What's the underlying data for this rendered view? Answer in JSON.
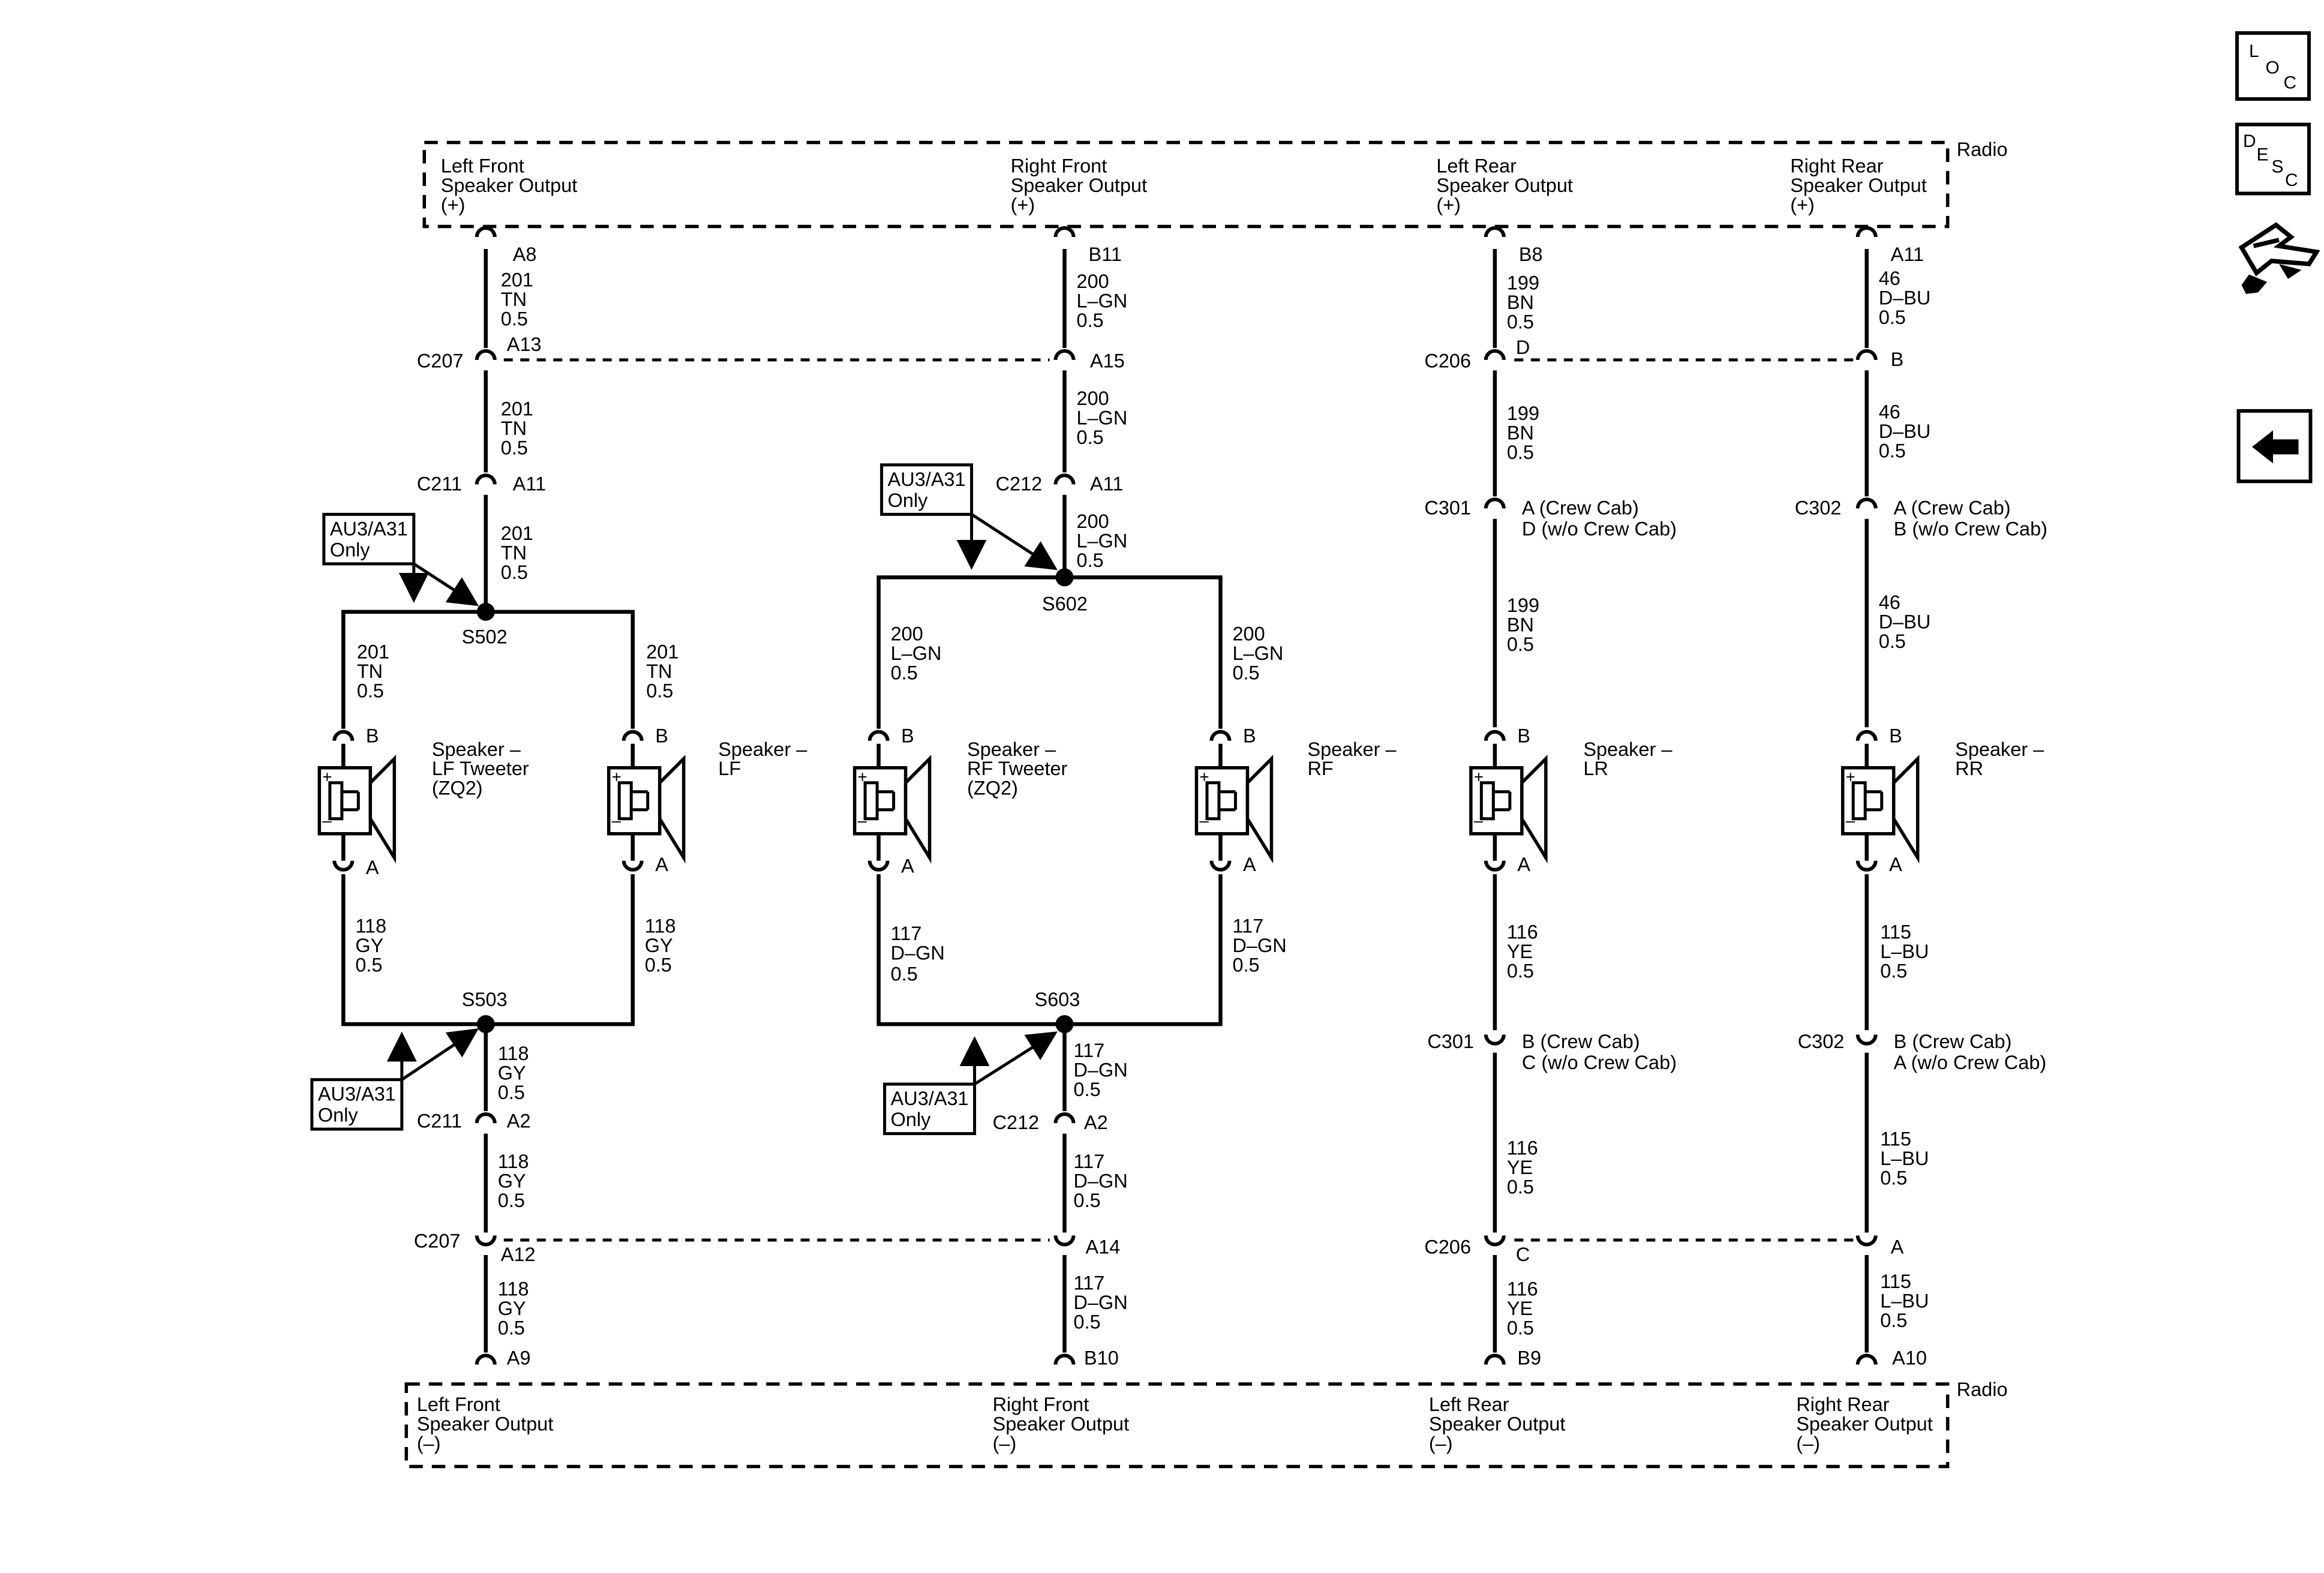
{
  "radio": {
    "top_label": "Radio",
    "bottom_label": "Radio"
  },
  "top_outputs": [
    {
      "line1": "Left Front",
      "line2": "Speaker Output",
      "line3": "(+)"
    },
    {
      "line1": "Right Front",
      "line2": "Speaker Output",
      "line3": "(+)"
    },
    {
      "line1": "Left Rear",
      "line2": "Speaker Output",
      "line3": "(+)"
    },
    {
      "line1": "Right Rear",
      "line2": "Speaker Output",
      "line3": "(+)"
    }
  ],
  "bottom_outputs": [
    {
      "line1": "Left Front",
      "line2": "Speaker Output",
      "line3": "(–)"
    },
    {
      "line1": "Right Front",
      "line2": "Speaker Output",
      "line3": "(–)"
    },
    {
      "line1": "Left Rear",
      "line2": "Speaker Output",
      "line3": "(–)"
    },
    {
      "line1": "Right Rear",
      "line2": "Speaker Output",
      "line3": "(–)"
    }
  ],
  "pins": {
    "lf_top": "A8",
    "rf_top": "B11",
    "lr_top": "B8",
    "rr_top": "A11",
    "lf_c207_top": "A13",
    "rf_c207_top": "A15",
    "lr_c206_top": "D",
    "rr_c206_top": "B",
    "lf_c211_top": "A11",
    "rf_c212_top": "A11",
    "lr_c301_top": "A (Crew Cab)",
    "lr_c301_top2": "D (w/o Crew Cab)",
    "rr_c302_top": "A (Crew Cab)",
    "rr_c302_top2": "B (w/o Crew Cab)",
    "spk_b": "B",
    "spk_a": "A",
    "lr_c301_bot": "B (Crew Cab)",
    "lr_c301_bot2": "C (w/o Crew Cab)",
    "rr_c302_bot": "B (Crew Cab)",
    "rr_c302_bot2": "A (w/o Crew Cab)",
    "lf_c211_bot": "A2",
    "rf_c212_bot": "A2",
    "lf_c207_bot": "A12",
    "rf_c207_bot": "A14",
    "lr_c206_bot": "C",
    "rr_c206_bot": "A",
    "lf_bot": "A9",
    "rf_bot": "B10",
    "lr_bot": "B9",
    "rr_bot": "A10"
  },
  "connectors": {
    "c207": "C207",
    "c206": "C206",
    "c211": "C211",
    "c212": "C212",
    "c301": "C301",
    "c302": "C302"
  },
  "splices": {
    "s502": "S502",
    "s503": "S503",
    "s602": "S602",
    "s603": "S603"
  },
  "wires": {
    "w201": {
      "circuit": "201",
      "color": "TN",
      "gauge": "0.5"
    },
    "w200": {
      "circuit": "200",
      "color": "L–GN",
      "gauge": "0.5"
    },
    "w199": {
      "circuit": "199",
      "color": "BN",
      "gauge": "0.5"
    },
    "w46": {
      "circuit": "46",
      "color": "D–BU",
      "gauge": "0.5"
    },
    "w118": {
      "circuit": "118",
      "color": "GY",
      "gauge": "0.5"
    },
    "w117": {
      "circuit": "117",
      "color": "D–GN",
      "gauge": "0.5"
    },
    "w116": {
      "circuit": "116",
      "color": "YE",
      "gauge": "0.5"
    },
    "w115": {
      "circuit": "115",
      "color": "L–BU",
      "gauge": "0.5"
    }
  },
  "options": {
    "line1": "AU3/A31",
    "line2": "Only"
  },
  "speakers": {
    "lf_tweeter": {
      "line1": "Speaker –",
      "line2": "LF Tweeter",
      "line3": "(ZQ2)"
    },
    "lf": {
      "line1": "Speaker –",
      "line2": "LF"
    },
    "rf_tweeter": {
      "line1": "Speaker –",
      "line2": "RF Tweeter",
      "line3": "(ZQ2)"
    },
    "rf": {
      "line1": "Speaker –",
      "line2": "RF"
    },
    "lr": {
      "line1": "Speaker –",
      "line2": "LR"
    },
    "rr": {
      "line1": "Speaker –",
      "line2": "RR"
    },
    "plus": "+",
    "minus": "–"
  },
  "side_buttons": {
    "loc": {
      "l1": "L",
      "l2": "O",
      "l3": "C"
    },
    "desc": {
      "l1": "D",
      "l2": "E",
      "l3": "S",
      "l4": "C"
    },
    "wrench_icon": "hands-wrench-icon",
    "back_icon": "back-arrow-icon"
  }
}
